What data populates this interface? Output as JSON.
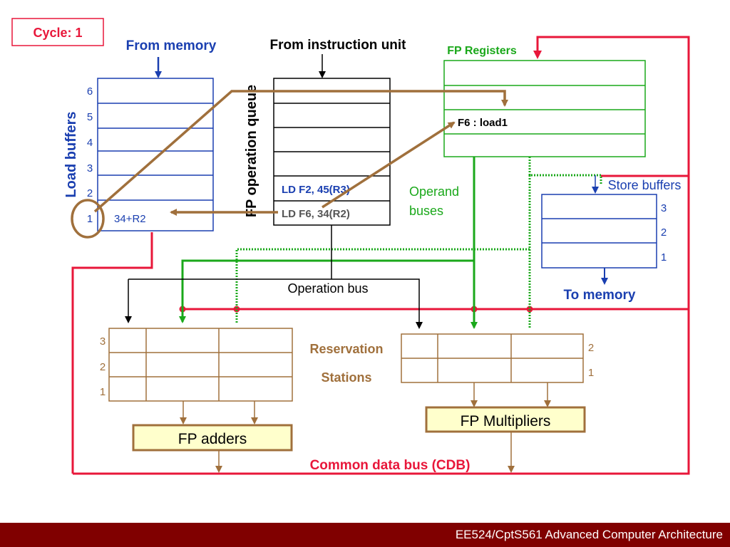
{
  "cycle_label": "Cycle: 1",
  "from_memory": "From memory",
  "from_instruction_unit": "From instruction unit",
  "fp_registers": {
    "title": "FP Registers",
    "entry": "F6 : load1"
  },
  "load_buffers": {
    "title": "Load buffers",
    "slots": [
      "6",
      "5",
      "4",
      "3",
      "2",
      "1"
    ],
    "entry_slot1": "34+R2"
  },
  "fp_op_queue": {
    "title": "FP operation queue",
    "instr1": "LD F2, 45(R3)",
    "instr2": "LD F6, 34(R2)"
  },
  "operand_buses": [
    "Operand",
    "buses"
  ],
  "store_buffers": {
    "title": "Store buffers",
    "slots": [
      "3",
      "2",
      "1"
    ]
  },
  "to_memory": "To memory",
  "operation_bus": "Operation bus",
  "reservation_stations": [
    "Reservation",
    "Stations"
  ],
  "adder_rs_slots": [
    "3",
    "2",
    "1"
  ],
  "mult_rs_slots": [
    "2",
    "1"
  ],
  "fp_adders": "FP adders",
  "fp_multipliers": "FP Multipliers",
  "cdb_label": "Common data bus (CDB)",
  "footer": "EE524/CptS561 Advanced Computer Architecture",
  "colors": {
    "red": "#e8173a",
    "blue": "#1a3fb0",
    "green": "#1aa81a",
    "brown": "#a0703c",
    "black": "#000000",
    "maroon": "#800000",
    "fu_fill": "#ffffcc"
  }
}
